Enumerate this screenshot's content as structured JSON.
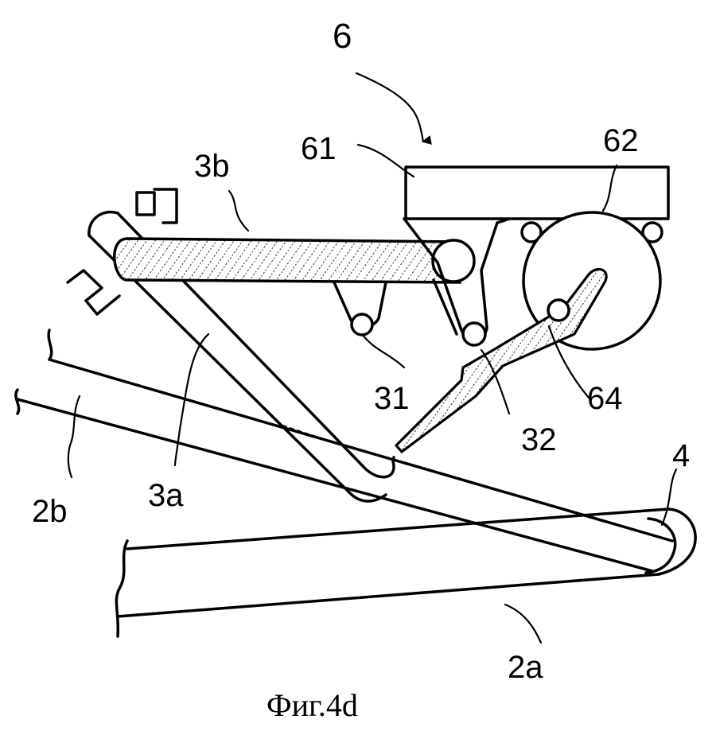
{
  "labels": {
    "l6": "6",
    "l61": "61",
    "l62": "62",
    "l3b": "3b",
    "l31": "31",
    "l32": "32",
    "l64": "64",
    "l3a": "3a",
    "l2b": "2b",
    "l4": "4",
    "l2a": "2a"
  },
  "caption": "Фиг.4d",
  "colors": {
    "ink": "#000000",
    "paper": "#ffffff"
  }
}
